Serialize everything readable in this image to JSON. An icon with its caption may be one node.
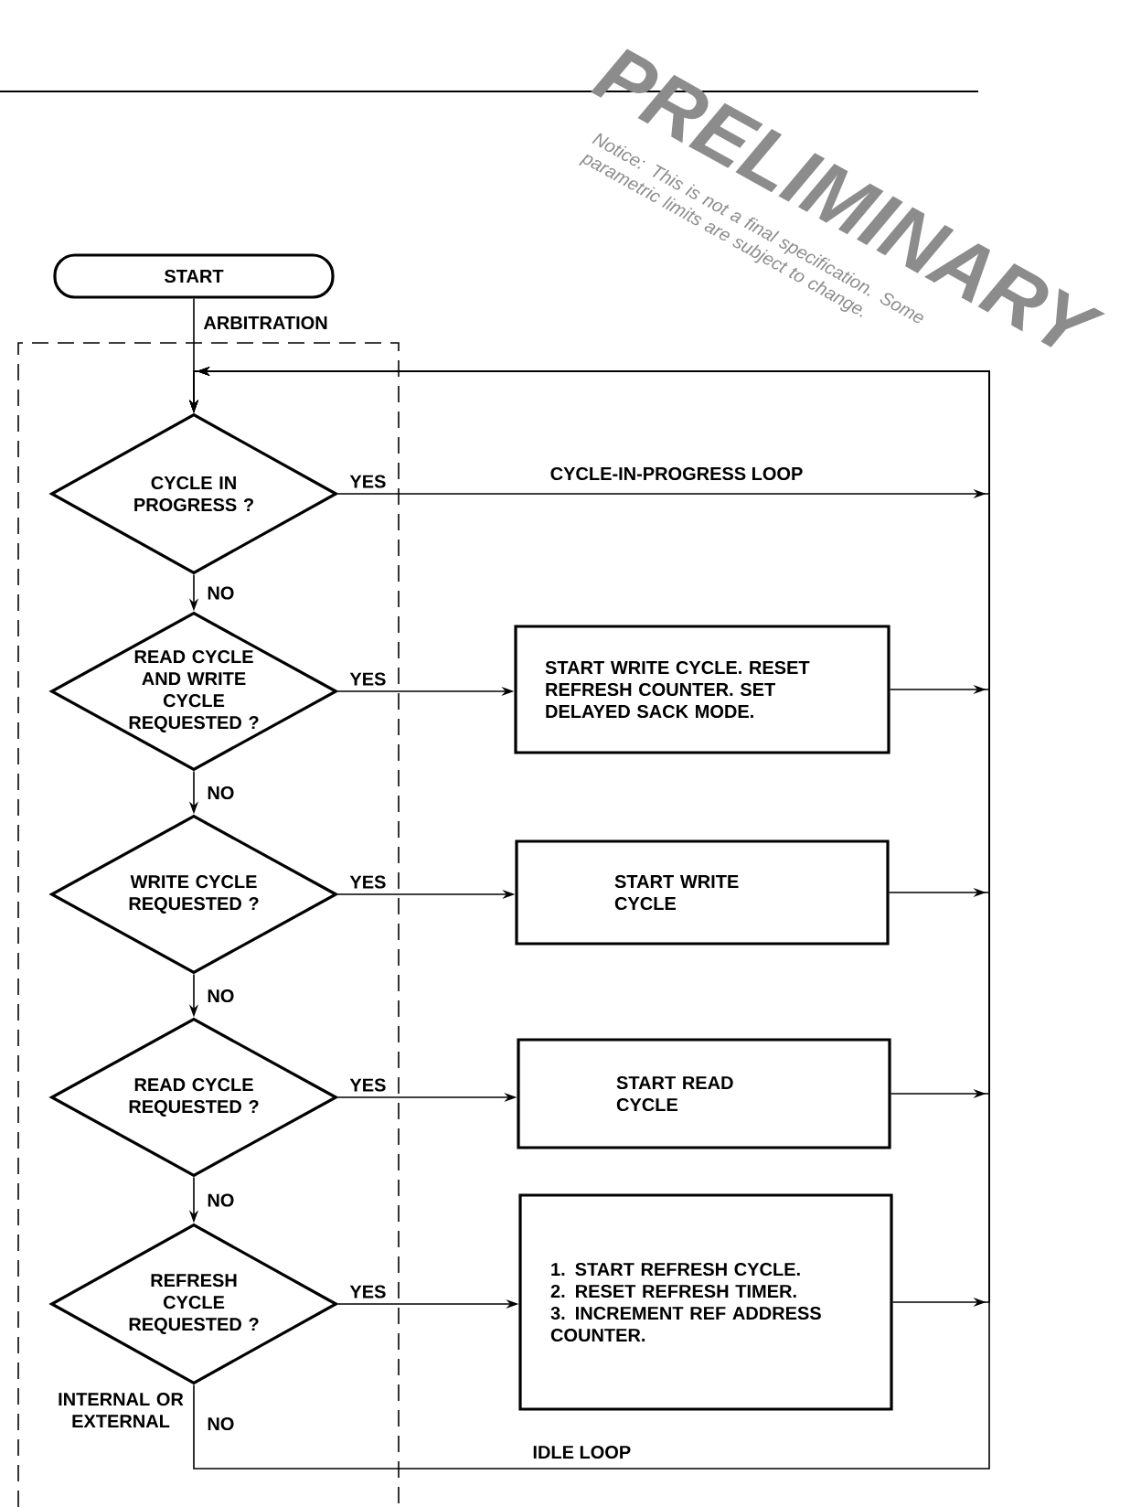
{
  "diagram": {
    "nodes": [
      {
        "text": [
          "START"
        ]
      },
      {
        "text": [
          "ARBITRATION"
        ]
      },
      {
        "text": [
          "CYCLE IN PROGRESS ?"
        ],
        "in": 1
      },
      {
        "text": [
          "READ CYCLE AND WRITE CYCLE REQUESTED ?"
        ],
        "in": 1
      },
      {
        "text": [
          "WRITE CYCLE REQUESTED ?"
        ],
        "in": 1
      },
      {
        "text": [
          "READ CYCLE REQUESTED ?"
        ],
        "in": 1
      },
      {
        "text": [
          "REFRESH CYCLE REQUESTED ?"
        ],
        "in": 1
      },
      {
        "text": [
          "START WRITE CYCLE. RESET REFRESH COUNTER. SET DELAYED SACK MODE."
        ]
      },
      {
        "text": [
          "START WRITE CYCLE"
        ]
      },
      {
        "text": [
          "START READ CYCLE"
        ]
      },
      {
        "text": [
          "1. START REFRESH CYCLE.",
          "2. RESET REFRESH TIMER.",
          "3. INCREMENT REF ADDRESS COUNTER."
        ]
      }
    ],
    "edges": [
      {
        "from": 0,
        "to": 2,
        "arrow": "to"
      },
      {
        "from": 2,
        "to": 3,
        "arrow": "to",
        "label": "NO"
      },
      {
        "from": 3,
        "to": 4,
        "arrow": "to",
        "label": "NO"
      },
      {
        "from": 4,
        "to": 5,
        "arrow": "to",
        "label": "NO"
      },
      {
        "from": 5,
        "to": 6,
        "arrow": "to",
        "label": "NO"
      },
      {
        "from": 3,
        "to": 7,
        "arrow": "to",
        "label": "YES"
      },
      {
        "from": 4,
        "to": 8,
        "arrow": "to",
        "label": "YES"
      },
      {
        "from": 5,
        "to": 9,
        "arrow": "to",
        "label": "YES"
      },
      {
        "from": 6,
        "to": 10,
        "arrow": "to",
        "label": "YES"
      },
      {
        "from": 2,
        "to": 2,
        "arrow": "to",
        "label": "YES"
      },
      {
        "from": 7,
        "to": 2,
        "arrow": "to"
      },
      {
        "from": 8,
        "to": 2,
        "arrow": "to"
      },
      {
        "from": 9,
        "to": 2,
        "arrow": "to"
      },
      {
        "from": 10,
        "to": 2,
        "arrow": "to"
      },
      {
        "from": 6,
        "to": 2,
        "arrow": "to",
        "label": "NO"
      }
    ],
    "labels": [
      "PRELIMINARY",
      "Notice: This is not a final specification. Some parametric limits are subject to change.",
      "CYCLE-IN-PROGRESS LOOP",
      "INTERNAL OR EXTERNAL",
      "IDLE LOOP"
    ]
  }
}
